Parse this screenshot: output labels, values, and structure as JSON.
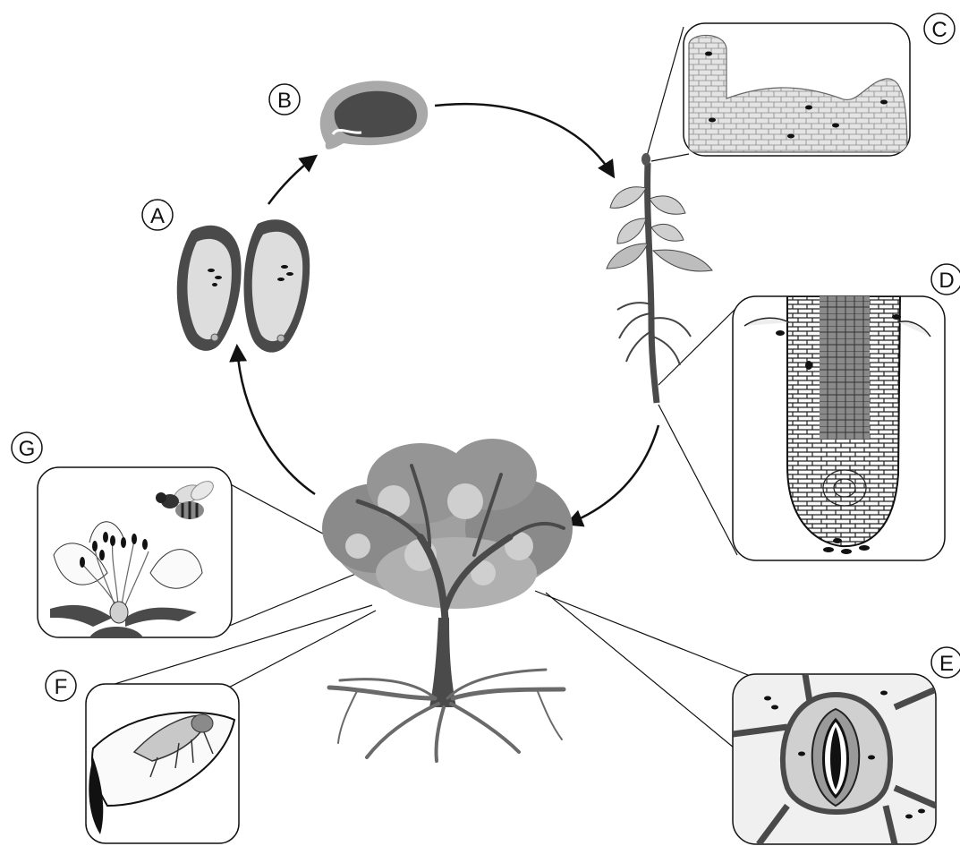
{
  "labels": {
    "A": "A",
    "B": "B",
    "C": "C",
    "D": "D",
    "E": "E",
    "F": "F",
    "G": "G"
  },
  "colors": {
    "dark": "#4a4a4a",
    "mid": "#9a9a9a",
    "light": "#d9d9d9",
    "paper": "#f2f2f2",
    "ink": "#111111"
  },
  "icons": {
    "seed_halves": "seed-cross-section-icon",
    "seed": "germinating-seed-icon",
    "seedling": "seedling-icon",
    "tree": "tree-icon",
    "bee": "bee-icon",
    "insect": "leafhopper-icon"
  }
}
